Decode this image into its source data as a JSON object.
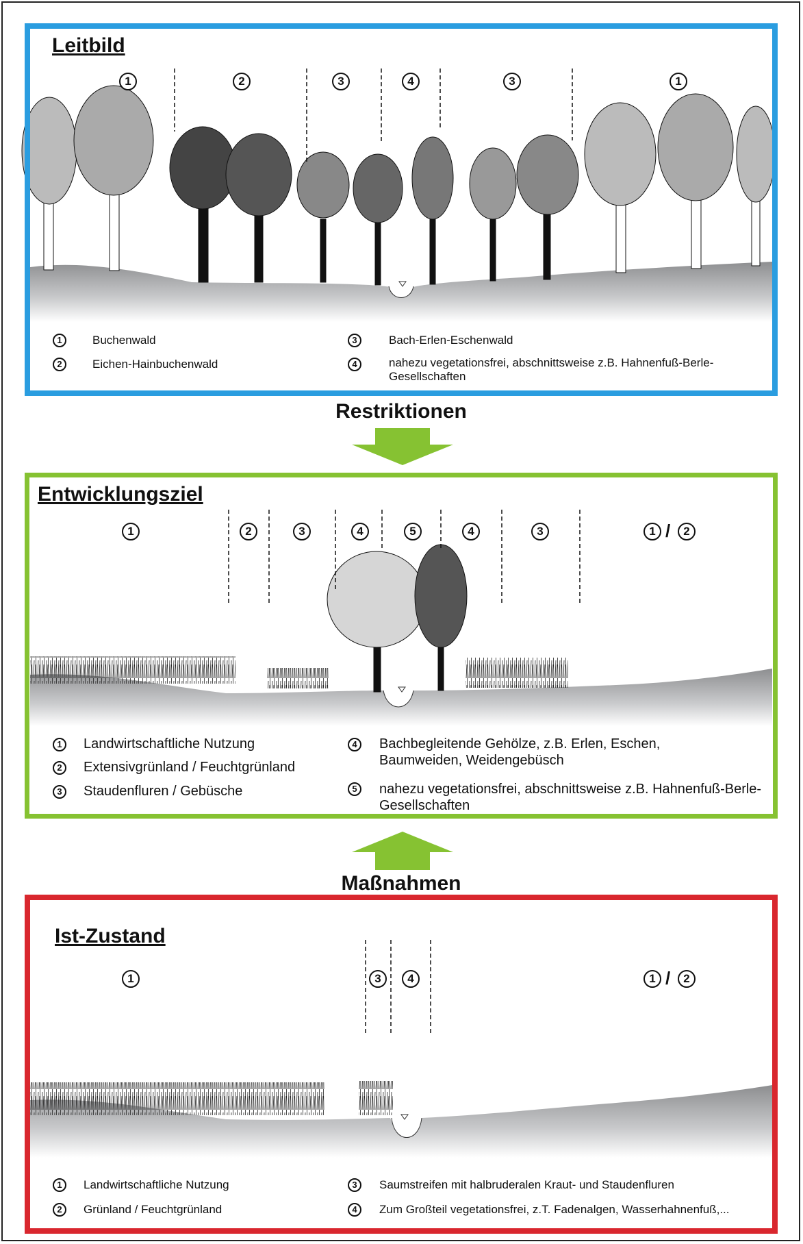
{
  "labels": {
    "restriktionen": "Restriktionen",
    "massnahmen": "Maßnahmen"
  },
  "colors": {
    "leitbild_border": "#2a9de0",
    "ziel_border": "#86c232",
    "ist_border": "#d9272e",
    "arrow_fill": "#86c232"
  },
  "panels": {
    "leitbild": {
      "title": "Leitbild",
      "zones": [
        "1",
        "2",
        "3",
        "4",
        "3",
        "1"
      ],
      "legend": [
        {
          "num": "1",
          "text": "Buchenwald"
        },
        {
          "num": "2",
          "text": "Eichen-Hainbuchenwald"
        },
        {
          "num": "3",
          "text": "Bach-Erlen-Eschenwald"
        },
        {
          "num": "4",
          "text": "nahezu vegetationsfrei, abschnittsweise z.B.  Hahnenfuß-Berle-Gesellschaften"
        }
      ]
    },
    "ziel": {
      "title": "Entwicklungsziel",
      "zones": [
        "1",
        "2",
        "3",
        "4",
        "5",
        "4",
        "3",
        "1",
        "2"
      ],
      "legend": [
        {
          "num": "1",
          "text": "Landwirtschaftliche Nutzung"
        },
        {
          "num": "2",
          "text": "Extensivgrünland / Feuchtgrünland"
        },
        {
          "num": "3",
          "text": "Staudenfluren / Gebüsche"
        },
        {
          "num": "4",
          "text": "Bachbegleitende Gehölze, z.B. Erlen, Eschen, Baumweiden, Weidengebüsch"
        },
        {
          "num": "5",
          "text": "nahezu vegetationsfrei, abschnittsweise z.B.  Hahnenfuß-Berle-Gesellschaften"
        }
      ]
    },
    "ist": {
      "title": "Ist-Zustand",
      "zones": [
        "1",
        "3",
        "4",
        "1",
        "2"
      ],
      "legend": [
        {
          "num": "1",
          "text": "Landwirtschaftliche Nutzung"
        },
        {
          "num": "2",
          "text": "Grünland / Feuchtgrünland"
        },
        {
          "num": "3",
          "text": "Saumstreifen mit halbruderalen Kraut- und Staudenfluren"
        },
        {
          "num": "4",
          "text": "Zum Großteil vegetationsfrei, z.T. Fadenalgen, Wasserhahnenfuß,..."
        }
      ]
    }
  }
}
